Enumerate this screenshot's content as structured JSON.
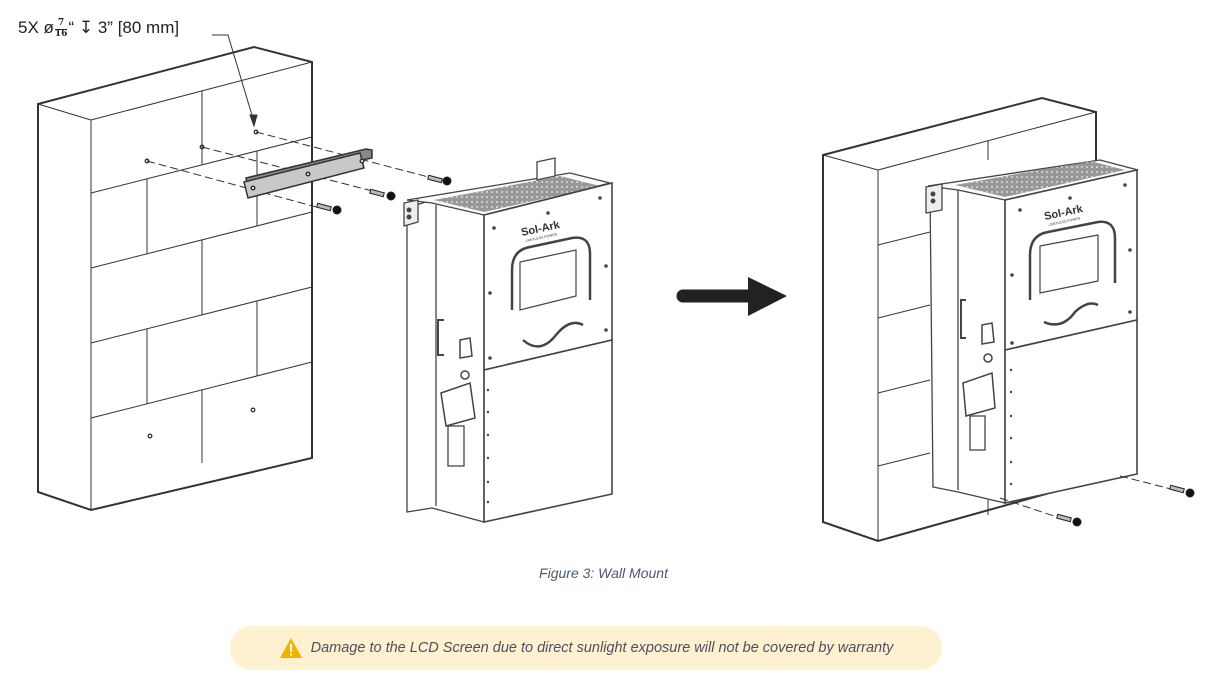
{
  "figure": {
    "callout": {
      "quantity": "5X",
      "diameter_symbol": "ø",
      "fraction_numerator": "7",
      "fraction_denominator": "16",
      "inch_mark": "“",
      "depth_symbol": "↧",
      "depth": "3”",
      "metric": "[80 mm]"
    },
    "logo": {
      "brand": "Sol-Ark",
      "tagline": "LIMITLESS POWER"
    },
    "arrow_icon": "right-arrow",
    "caption": "Figure 3: Wall Mount"
  },
  "warning": {
    "icon": "warning-triangle",
    "text": "Damage to the LCD Screen due to direct sunlight exposure will not be covered by warranty",
    "background": "#fdf1cf",
    "icon_color": "#f2b200"
  }
}
